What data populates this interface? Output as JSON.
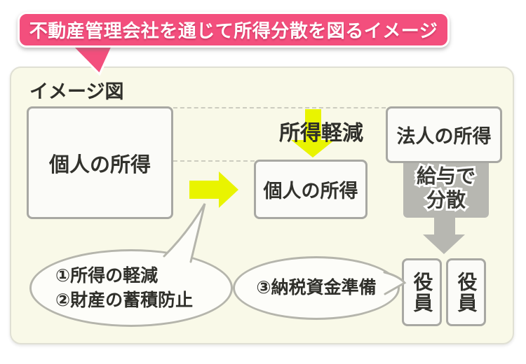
{
  "banner": {
    "text": "不動産管理会社を通じて所得分散を図るイメージ"
  },
  "panel": {
    "title": "イメージ図",
    "boxes": {
      "personal_income_large": "個人の所得",
      "personal_income_small": "個人の所得",
      "corporate_income": "法人の所得"
    },
    "officers": [
      {
        "label": "役員"
      },
      {
        "label": "役員"
      }
    ],
    "labels": {
      "income_reduction": "所得軽減",
      "salary_distribution_line1": "給与で",
      "salary_distribution_line2": "分散"
    },
    "bubbles": {
      "benefits": {
        "line1": "①所得の軽減",
        "line2": "②財産の蓄積防止"
      },
      "tax_fund": {
        "text": "③納税資金準備"
      }
    },
    "colors": {
      "accent_pink": "#f34f7d",
      "arrow_yellow": "#e9f400",
      "flow_gray": "#b7b7b1",
      "panel_bg": "#f9f9e8",
      "box_border": "#a8a8a3"
    }
  }
}
